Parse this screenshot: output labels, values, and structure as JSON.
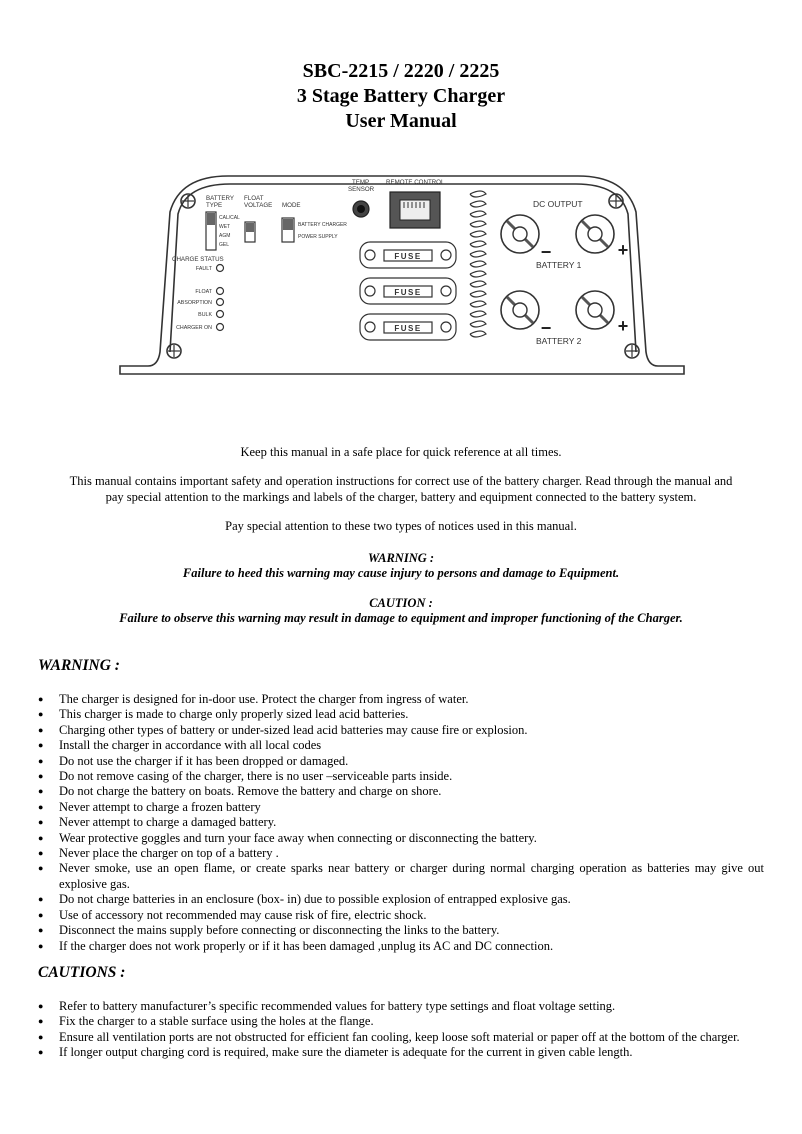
{
  "header": {
    "title_line1": "SBC-2215 / 2220 / 2225",
    "title_line2": "3 Stage Battery Charger",
    "title_line3": "User Manual"
  },
  "diagram": {
    "labels": {
      "battery_type": "BATTERY",
      "battery_type2": "TYPE",
      "float_voltage": "FLOAT",
      "float_voltage2": "VOLTAGE",
      "mode": "MODE",
      "temp_sensor": "TEMP",
      "temp_sensor2": "SENSOR",
      "remote_control": "REMOTE CONTROL",
      "dc_output": "DC OUTPUT",
      "battery1": "BATTERY  1",
      "battery2": "BATTERY  2",
      "charge_status": "CHARGE STATUS",
      "fault": "FAULT",
      "float": "FLOAT",
      "absorption": "ABSORPTION",
      "bulk": "BULK",
      "charger_on": "CHARGER ON",
      "type_cal": "CAL/CAL",
      "type_wet": "WET",
      "type_agm": "AGM",
      "type_gel": "GEL",
      "mode_charger": "BATTERY CHARGER",
      "mode_power": "POWER SUPPLY",
      "fuse": "FUSE",
      "minus": "−",
      "plus": "+"
    }
  },
  "intro": {
    "keep": "Keep this manual in a safe place for quick reference at all times.",
    "contains_line1": "This manual contains important safety and operation instructions for correct use of the battery charger. Read through the manual and",
    "contains_line2": "pay special attention to the markings and labels of the charger, battery and equipment connected to the battery system.",
    "pay_attention": "Pay special attention to these two types of notices used in this manual.",
    "warning_label": "WARNING :",
    "warning_text": "Failure to heed this warning may cause injury to persons and damage to Equipment.",
    "caution_label": "CAUTION :",
    "caution_text": "Failure to observe this warning may result in damage to equipment and improper functioning of the Charger."
  },
  "warnings": {
    "heading": "WARNING :",
    "items": [
      "The charger is designed for in-door use. Protect the charger from ingress of water.",
      "This charger is made to charge only properly sized lead acid batteries.",
      "Charging other types of battery or under-sized lead acid batteries may cause fire or explosion.",
      "Install the charger in accordance with all local codes",
      "Do not use the charger if it has been dropped or damaged.",
      "Do not remove casing of the charger, there is no user –serviceable parts inside.",
      "Do not charge the battery on boats. Remove the battery and charge on shore.",
      "Never attempt to charge a frozen battery",
      "Never attempt to charge a damaged battery.",
      "Wear protective goggles and turn your face away when connecting or disconnecting the battery.",
      "Never place the charger on top of a battery .",
      "Never smoke, use an open flame, or create sparks near battery or charger during normal charging operation as batteries may give out explosive gas.",
      "Do not charge batteries in an enclosure (box- in) due to possible explosion of entrapped  explosive gas.",
      "Use of accessory not recommended may cause risk of fire, electric shock.",
      "Disconnect the mains supply before connecting or disconnecting the links to the battery.",
      "If the charger does not work properly or if it has been damaged ,unplug its AC and DC connection."
    ]
  },
  "cautions": {
    "heading": "CAUTIONS :",
    "items": [
      "Refer to battery manufacturer’s specific recommended values for battery type settings and float voltage setting.",
      "Fix the charger to a stable surface using the holes at the flange.",
      "Ensure all ventilation ports are not obstructed for efficient fan cooling, keep loose soft material or paper off at the bottom of the charger.",
      "If longer output charging cord is required, make sure the diameter is adequate for the current in given cable length."
    ]
  }
}
